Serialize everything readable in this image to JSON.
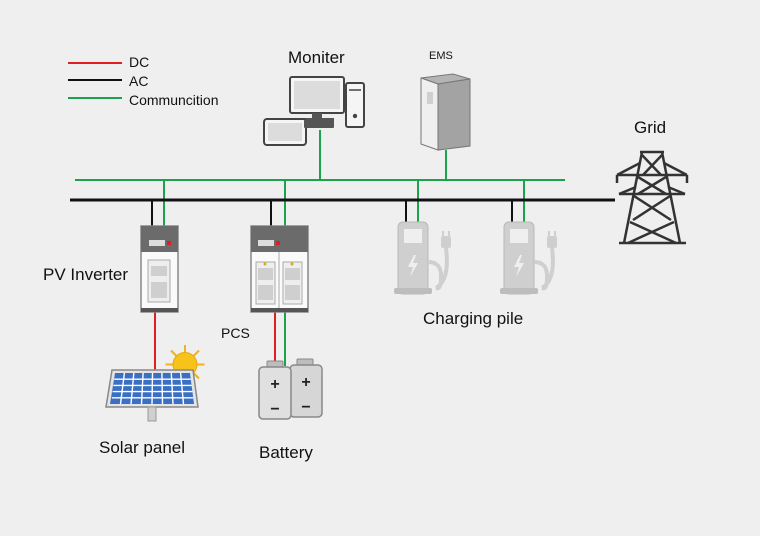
{
  "legend": [
    {
      "label": "DC",
      "color": "#e02020"
    },
    {
      "label": "AC",
      "color": "#111111"
    },
    {
      "label": "Communcition",
      "color": "#1aa34a"
    }
  ],
  "labels": {
    "moniter": "Moniter",
    "ems": "EMS",
    "grid": "Grid",
    "pv_inverter": "PV Inverter",
    "pcs": "PCS",
    "charging_pile": "Charging pile",
    "solar_panel": "Solar panel",
    "battery": "Battery"
  },
  "icons": [
    "computer-monitor-icon",
    "ems-cabinet-icon",
    "transmission-tower-icon",
    "pv-inverter-cabinet-icon",
    "pcs-cabinet-icon",
    "charging-pile-icon",
    "solar-panel-icon",
    "sun-icon",
    "battery-icon"
  ],
  "colors": {
    "dc": "#e02020",
    "ac": "#111111",
    "comm": "#1aa34a",
    "device": "#8a8a8a",
    "device_light": "#c8c8c8",
    "panel_blue": "#3b6fc4"
  }
}
